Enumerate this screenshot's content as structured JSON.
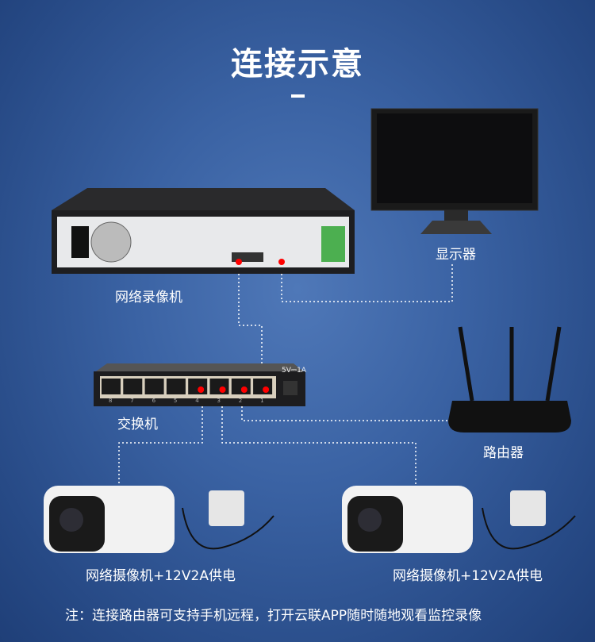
{
  "title": "连接示意",
  "devices": {
    "nvr": "网络录像机",
    "monitor": "显示器",
    "switch": "交换机",
    "router": "路由器",
    "camera_left": "网络摄像机+12V2A供电",
    "camera_right": "网络摄像机+12V2A供电"
  },
  "switch_power": "5V⎓1A",
  "switch_ports": [
    "8",
    "7",
    "6",
    "5",
    "4",
    "3",
    "2",
    "1"
  ],
  "note": "注：连接路由器可支持手机远程，打开云联APP随时随地观看监控录像",
  "colors": {
    "background": "#3a62a3",
    "port_dot": "#ff0000",
    "text": "#ffffff"
  }
}
